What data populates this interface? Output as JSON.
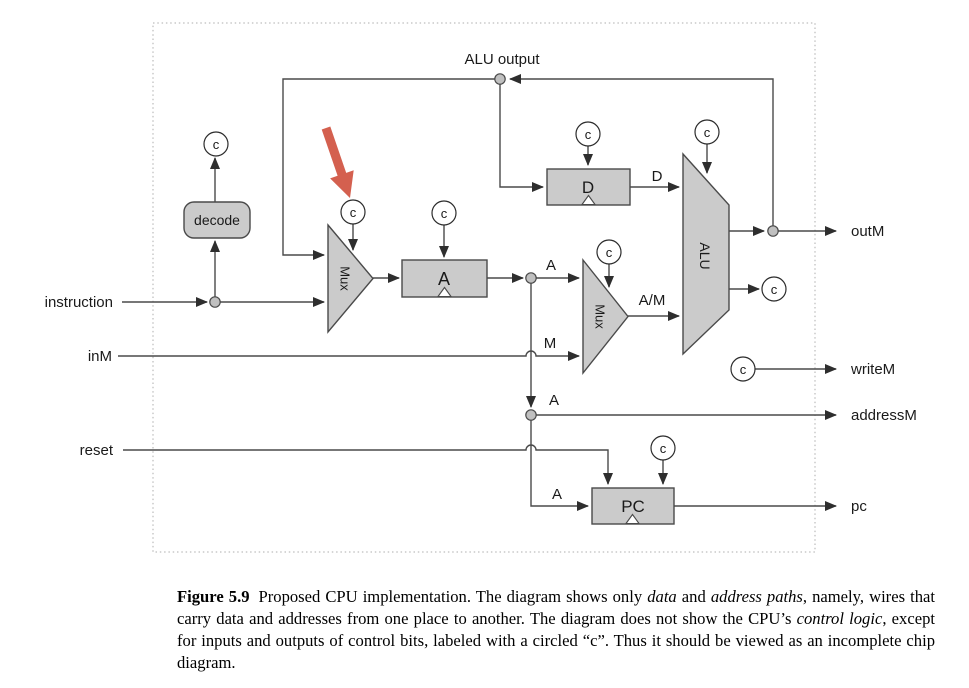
{
  "figure": {
    "title": "ALU output",
    "control_bit_symbol": "c",
    "components": {
      "decode": "decode",
      "mux_a_input": "Mux",
      "mux_am_select": "Mux",
      "register_a": "A",
      "register_d": "D",
      "alu": "ALU",
      "program_counter": "PC"
    },
    "input_pins": {
      "instruction": "instruction",
      "in_m": "inM",
      "reset": "reset"
    },
    "output_pins": {
      "out_m": "outM",
      "write_m": "writeM",
      "address_m": "addressM",
      "pc": "pc"
    },
    "wire_labels": {
      "a_to_mux": "A",
      "m_to_mux": "M",
      "d_to_alu": "D",
      "am_to_alu": "A/M",
      "a_to_address": "A",
      "a_to_pc": "A"
    }
  },
  "colors": {
    "component_fill": "#cbcbcb",
    "junction_fill": "#c0c0c0",
    "wire": "#4a4a4a",
    "arrow_accent": "#d4604f"
  },
  "caption": {
    "label": "Figure 5.9",
    "s1": "Proposed CPU implementation. The diagram shows only ",
    "em1": "data",
    "s2": " and ",
    "em2": "address paths",
    "s3": ", namely, wires that carry data and addresses from one place to another. The diagram does not show the CPU’s ",
    "em3": "control logic",
    "s4": ", except for inputs and outputs of control bits, labeled with a circled “c”. Thus it should be viewed as an incomplete chip diagram."
  }
}
